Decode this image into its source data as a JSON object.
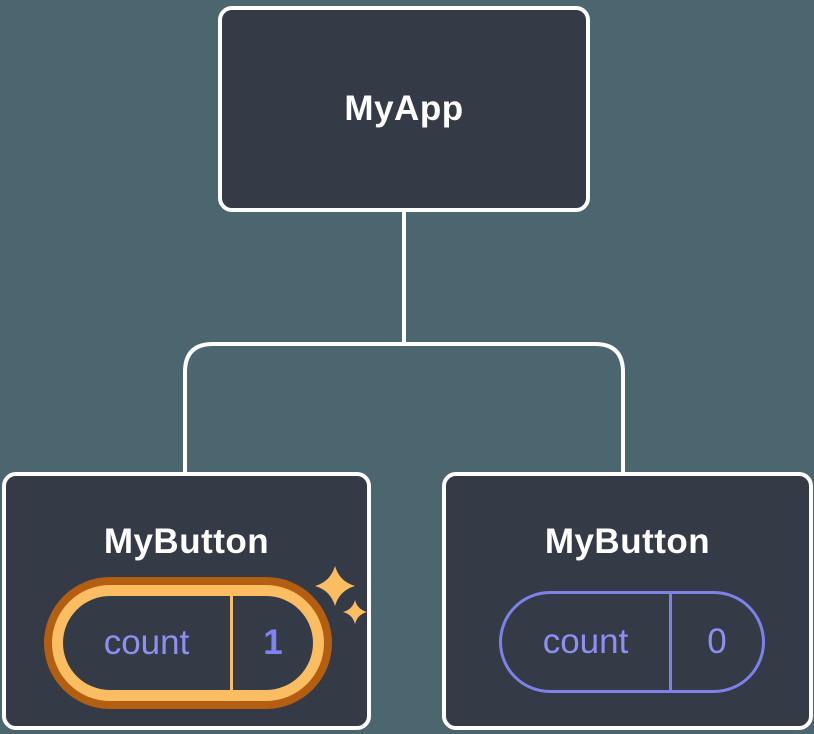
{
  "diagram": {
    "root": {
      "title": "MyApp"
    },
    "children": [
      {
        "title": "MyButton",
        "state_name": "count",
        "state_value": "1",
        "highlighted": true
      },
      {
        "title": "MyButton",
        "state_name": "count",
        "state_value": "0",
        "highlighted": false
      }
    ]
  },
  "icons": {
    "sparkles": "sparkle-icon"
  },
  "colors": {
    "background": "#4B666E",
    "node_fill": "#353A47",
    "node_border": "#FFFFFF",
    "connector": "#FFFFFF",
    "state_text_purple": "#8C90F2",
    "state_outline_purple": "#7D82EA",
    "highlight_orange_light": "#FABD62",
    "highlight_orange_dark": "#B45E11"
  }
}
